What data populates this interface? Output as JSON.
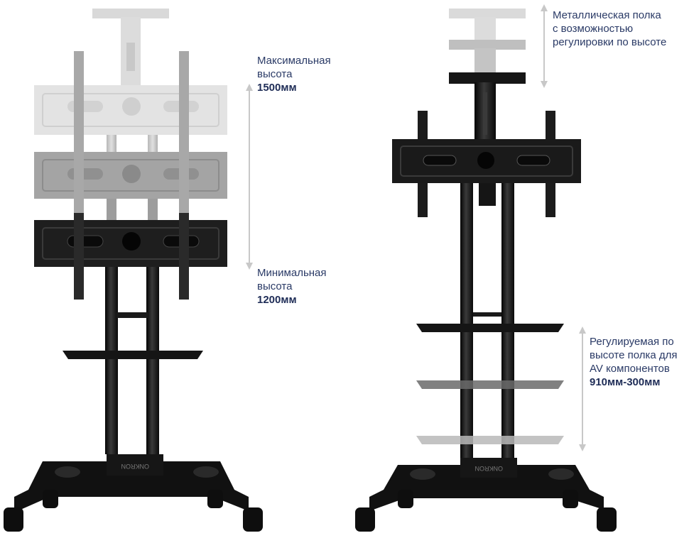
{
  "stand_left": {
    "max_height": {
      "line1": "Максимальная",
      "line2": "высота",
      "value": "1500мм"
    },
    "min_height": {
      "line1": "Минимальная",
      "line2": "высота",
      "value": "1200мм"
    },
    "brand_mark": "ONKRON"
  },
  "stand_right": {
    "top_shelf": {
      "line1": "Металлическая полка",
      "line2": "с возможностью",
      "line3": "регулировки по высоте"
    },
    "av_shelf": {
      "line1": "Регулируемая по",
      "line2": "высоте полка для",
      "line3": "AV компонентов",
      "value": "910мм-300мм"
    },
    "brand_mark": "ONKRON"
  },
  "colors": {
    "label_text": "#2a3a66",
    "arrow": "#c8c8c8",
    "stand_dark": "#1b1b1b",
    "stand_mid": "#9a9a9a",
    "stand_light": "#d6d6d6"
  }
}
